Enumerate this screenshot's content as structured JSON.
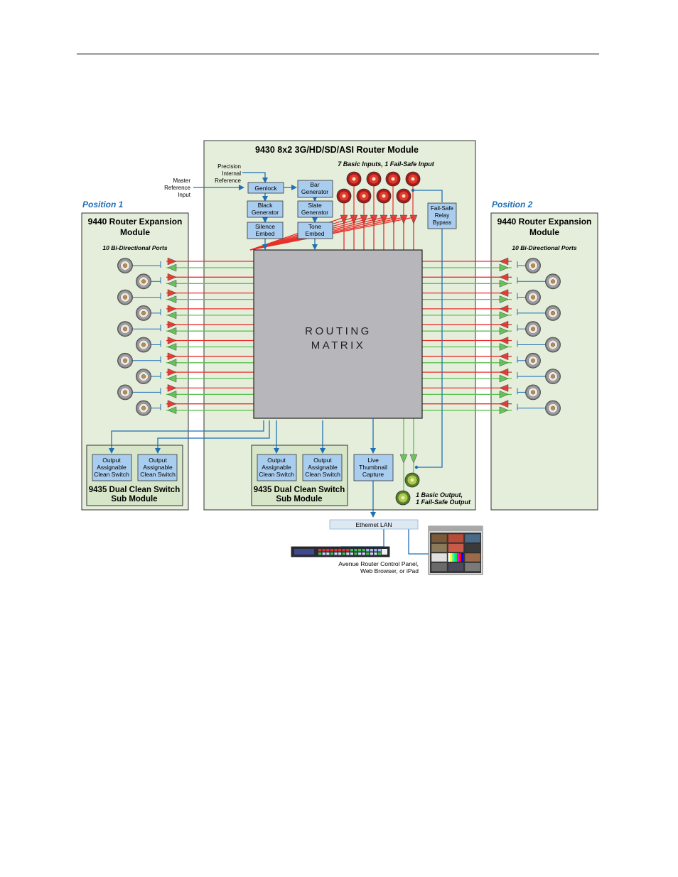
{
  "main_module": {
    "title": "9430 8x2 3G/HD/SD/ASI Router Module",
    "inputs_label": "7 Basic Inputs, 1 Fail-Safe Input",
    "outputs_label_line1": "1 Basic Output,",
    "outputs_label_line2": "1 Fail-Safe Output",
    "matrix_line1": "ROUTING",
    "matrix_line2": "MATRIX",
    "master_ref_lines": [
      "Master",
      "Reference",
      "Input"
    ],
    "precision_ref_lines": [
      "Precision",
      "Internal",
      "Reference"
    ],
    "blocks": {
      "genlock": [
        "Genlock"
      ],
      "bar_generator": [
        "Bar",
        "Generator"
      ],
      "black_generator": [
        "Black",
        "Generator"
      ],
      "slate_generator": [
        "Slate",
        "Generator"
      ],
      "silence_embed": [
        "Silence",
        "Embed"
      ],
      "tone_embed": [
        "Tone",
        "Embed"
      ],
      "failsafe_relay": [
        "Fail-Safe",
        "Relay",
        "Bypass"
      ],
      "live_thumbnail": [
        "Live",
        "Thumbnail",
        "Capture"
      ]
    }
  },
  "positions": {
    "left": "Position 1",
    "right": "Position 2"
  },
  "expansion_module": {
    "title_line1": "9440 Router Expansion",
    "title_line2": "Module",
    "ports_label": "10 Bi-Directional Ports"
  },
  "clean_switch": {
    "title_line1": "9435 Dual Clean Switch",
    "title_line2": "Sub Module",
    "block_lines": [
      "Output",
      "Assignable",
      "Clean Switch"
    ]
  },
  "network": {
    "lan_label": "Ethernet LAN",
    "control_line1": "Avenue Router Control Panel,",
    "control_line2": "Web Browser, or iPad"
  },
  "colors": {
    "module_fill": "#e5eedb",
    "block_fill": "#a9cdef",
    "matrix_fill": "#b7b7bb",
    "red_line": "#e8302a",
    "green_line": "#5cc04f",
    "blue_line": "#1f6fb5",
    "position_text": "#1f6fb5"
  }
}
